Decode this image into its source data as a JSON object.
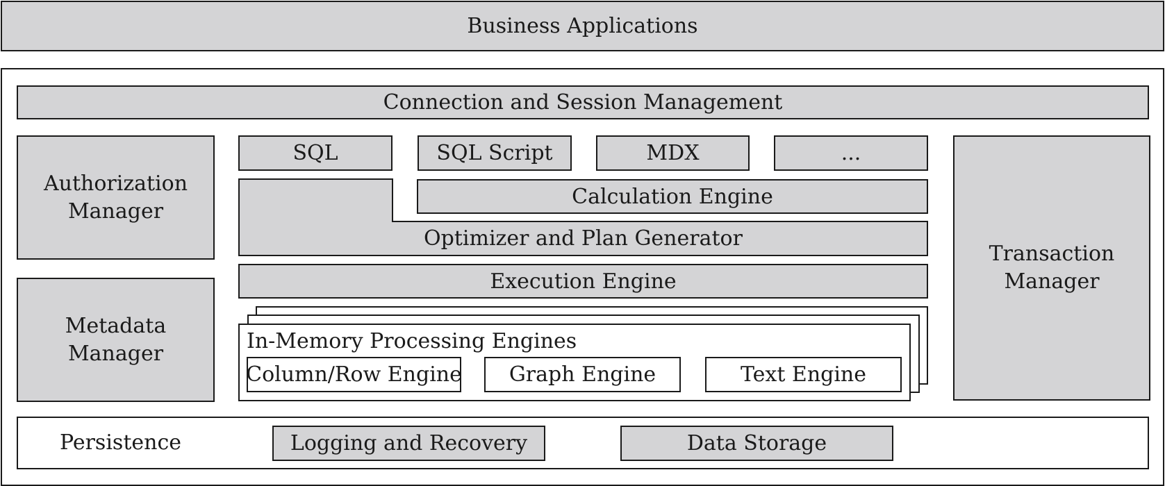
{
  "top": {
    "business_applications": "Business Applications"
  },
  "platform": {
    "connection_session": "Connection and Session Management",
    "authorization_manager": "Authorization\nManager",
    "metadata_manager": "Metadata\nManager",
    "transaction_manager": "Transaction\nManager",
    "languages": [
      "SQL",
      "SQL Script",
      "MDX",
      "..."
    ],
    "calculation_engine": "Calculation Engine",
    "optimizer": "Optimizer and Plan Generator",
    "execution_engine": "Execution Engine",
    "in_memory": {
      "title": "In-Memory Processing Engines",
      "engines": [
        "Column/Row Engine",
        "Graph Engine",
        "Text Engine"
      ]
    },
    "persistence": {
      "label": "Persistence",
      "logging": "Logging and Recovery",
      "data_storage": "Data Storage"
    }
  },
  "colors": {
    "fill": "#d4d4d6",
    "stroke": "#1a1a1a",
    "background": "#ffffff"
  }
}
